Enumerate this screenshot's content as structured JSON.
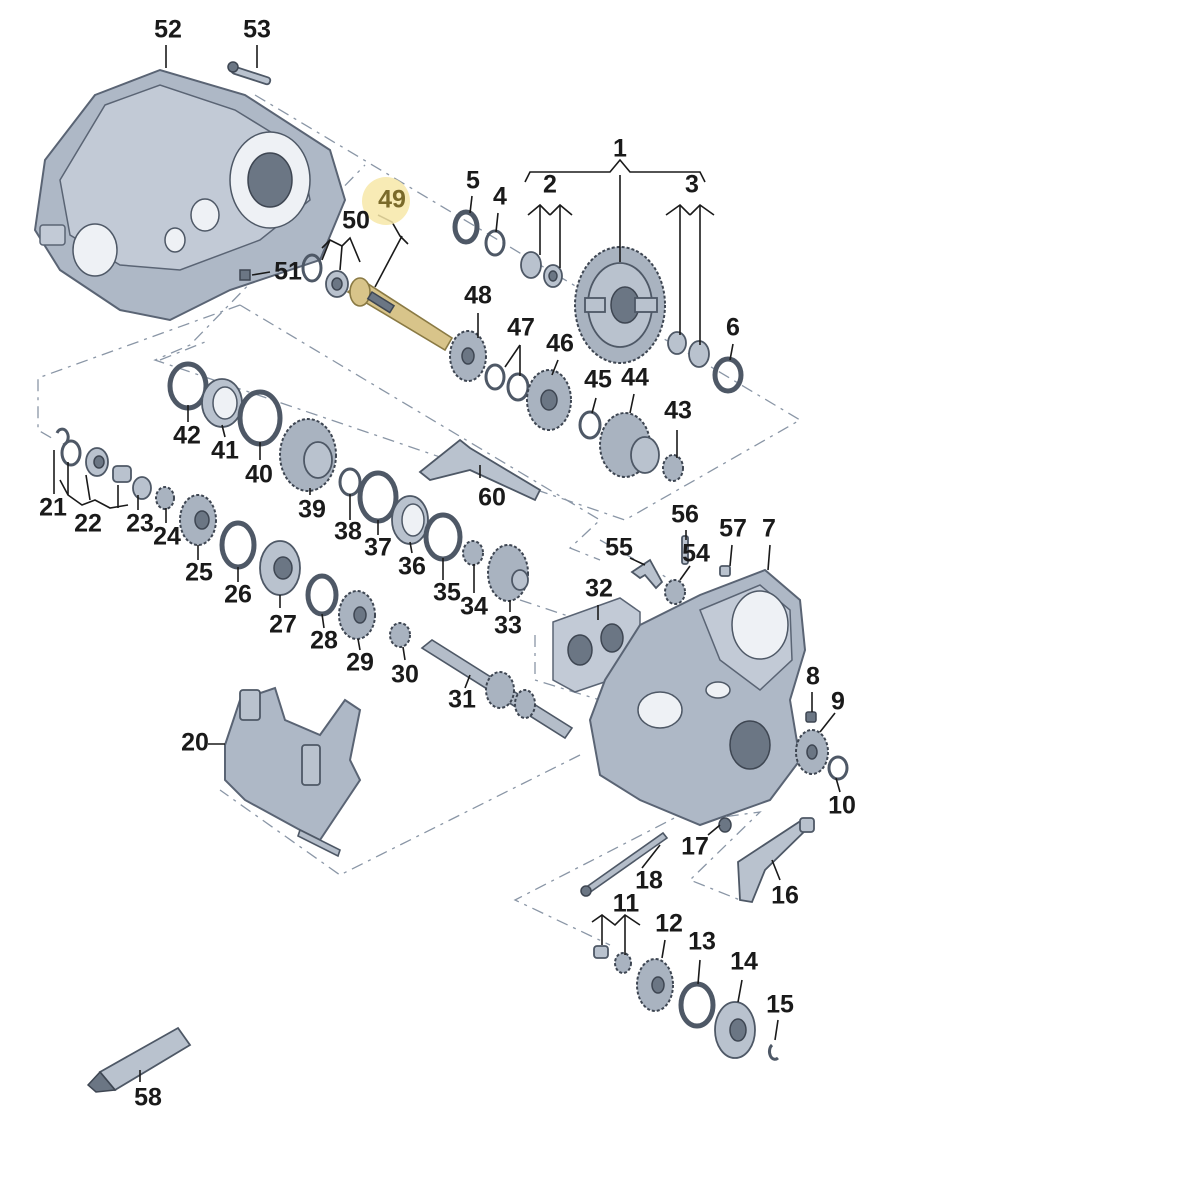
{
  "diagram": {
    "highlighted_label": "49",
    "callouts": [
      "1",
      "2",
      "3",
      "4",
      "5",
      "6",
      "7",
      "8",
      "9",
      "10",
      "11",
      "12",
      "13",
      "14",
      "15",
      "16",
      "17",
      "18",
      "20",
      "21",
      "22",
      "23",
      "24",
      "25",
      "26",
      "27",
      "28",
      "29",
      "30",
      "31",
      "32",
      "33",
      "34",
      "35",
      "36",
      "37",
      "38",
      "39",
      "40",
      "41",
      "42",
      "43",
      "44",
      "45",
      "46",
      "47",
      "48",
      "49",
      "50",
      "51",
      "52",
      "53",
      "54",
      "55",
      "56",
      "57",
      "58",
      "60"
    ]
  }
}
